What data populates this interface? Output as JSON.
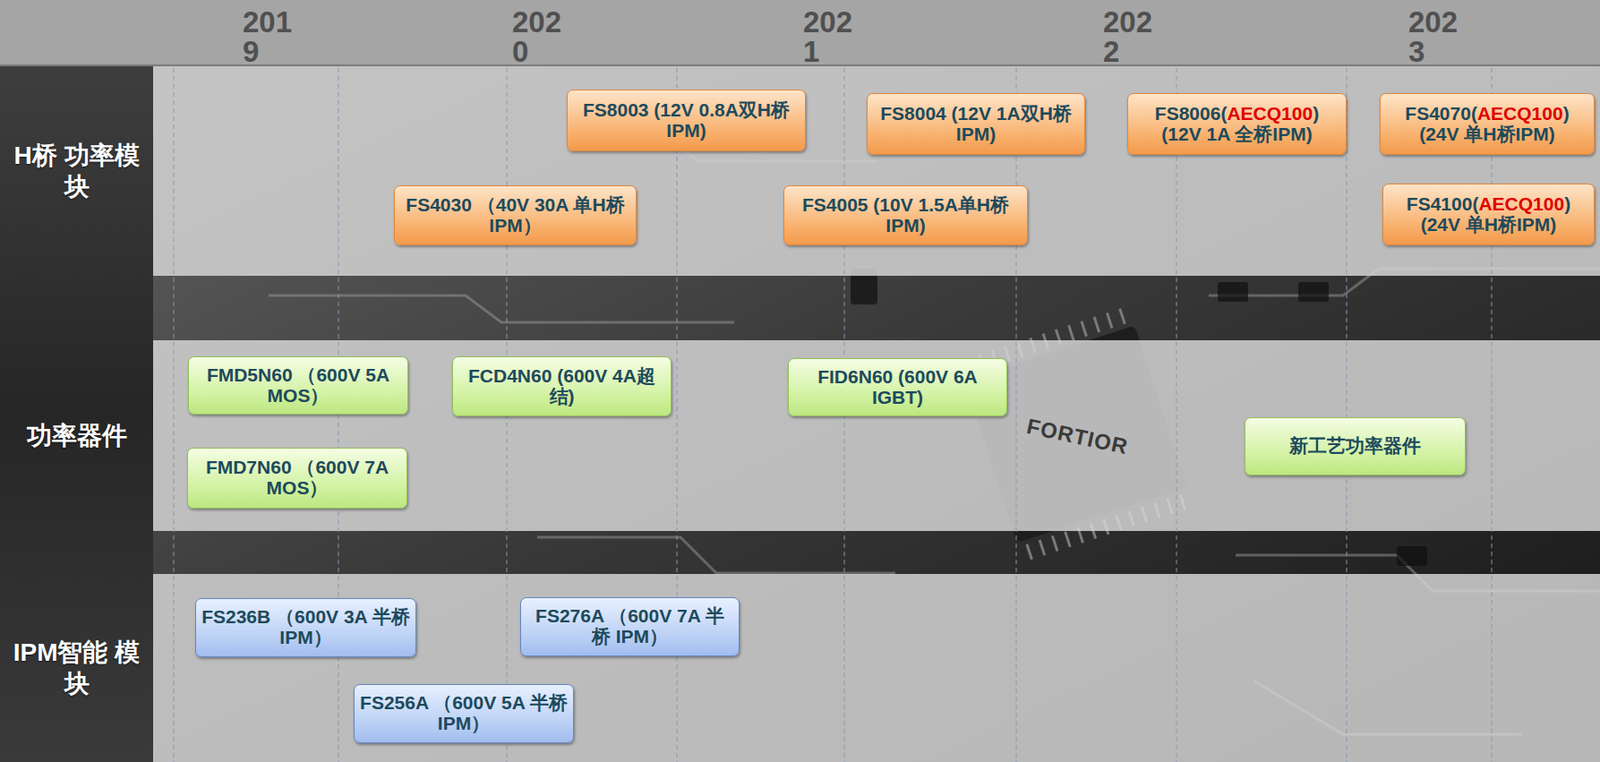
{
  "diagram": {
    "nodes": [
      {
        "text": [
          "H桥 功率模块"
        ]
      },
      {
        "text": [
          "FS8003 (12V 0.8A双H桥 IPM)"
        ],
        "in": 0
      },
      {
        "text": [
          "FS8004 (12V 1A双H桥 IPM)"
        ],
        "in": 0
      },
      {
        "text": [
          "FS8006(AECQ100) (12V 1A 全桥IPM)"
        ],
        "in": 0
      },
      {
        "text": [
          "FS4070(AECQ100) (24V 单H桥IPM)"
        ],
        "in": 0
      },
      {
        "text": [
          "FS4030 （40V 30A 单H桥 IPM）"
        ],
        "in": 0
      },
      {
        "text": [
          "FS4005 (10V 1.5A单H桥 IPM)"
        ],
        "in": 0
      },
      {
        "text": [
          "FS4100(AECQ100) (24V 单H桥IPM)"
        ],
        "in": 0
      },
      {
        "text": [
          "功率器件"
        ]
      },
      {
        "text": [
          "FMD5N60 （600V 5A MOS）"
        ],
        "in": 8
      },
      {
        "text": [
          "FCD4N60 (600V 4A超结)"
        ],
        "in": 8
      },
      {
        "text": [
          "FID6N60 (600V 6A IGBT)"
        ],
        "in": 8
      },
      {
        "text": [
          "新工艺功率器件"
        ],
        "in": 8
      },
      {
        "text": [
          "FMD7N60 （600V 7A MOS）"
        ],
        "in": 8
      },
      {
        "text": [
          "IPM智能 模块"
        ]
      },
      {
        "text": [
          "FS236B （600V 3A 半桥 IPM）"
        ],
        "in": 14
      },
      {
        "text": [
          "FS276A （600V 7A 半桥 IPM）"
        ],
        "in": 14
      },
      {
        "text": [
          "FS256A （600V 5A 半桥 IPM）"
        ],
        "in": 14
      }
    ],
    "labels": [
      "2019",
      "2020",
      "2021",
      "2022",
      "2023",
      "FORTIOR"
    ]
  }
}
